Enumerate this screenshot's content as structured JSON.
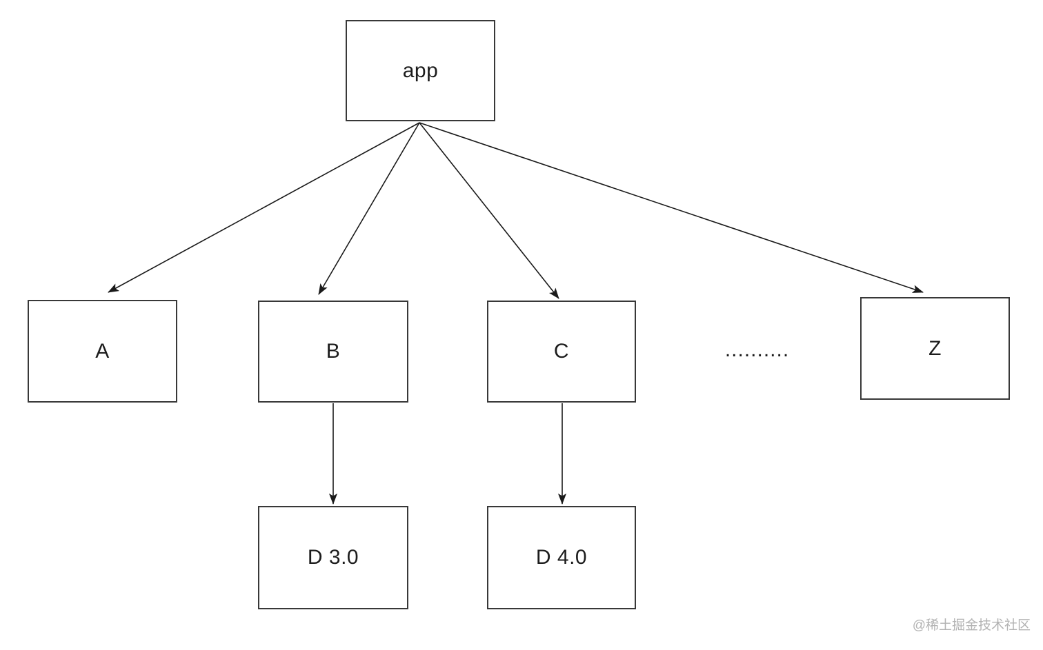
{
  "diagram": {
    "type": "dependency-tree",
    "nodes": {
      "app": {
        "label": "app"
      },
      "a": {
        "label": "A"
      },
      "b": {
        "label": "B"
      },
      "c": {
        "label": "C"
      },
      "z": {
        "label": "Z"
      },
      "d3": {
        "label": "D 3.0"
      },
      "d4": {
        "label": "D 4.0"
      }
    },
    "ellipsis_label": "..........",
    "edges": [
      {
        "from": "app",
        "to": "A"
      },
      {
        "from": "app",
        "to": "B"
      },
      {
        "from": "app",
        "to": "C"
      },
      {
        "from": "app",
        "to": "Z"
      },
      {
        "from": "B",
        "to": "D 3.0"
      },
      {
        "from": "C",
        "to": "D 4.0"
      }
    ]
  },
  "watermark": {
    "text": "@稀土掘金技术社区"
  },
  "colors": {
    "background": "#ffffff",
    "node_fill": "#ffffff",
    "node_border": "#383838",
    "edge": "#1a1a1a",
    "text": "#1c1c1c",
    "watermark": "#b3b3b3"
  }
}
